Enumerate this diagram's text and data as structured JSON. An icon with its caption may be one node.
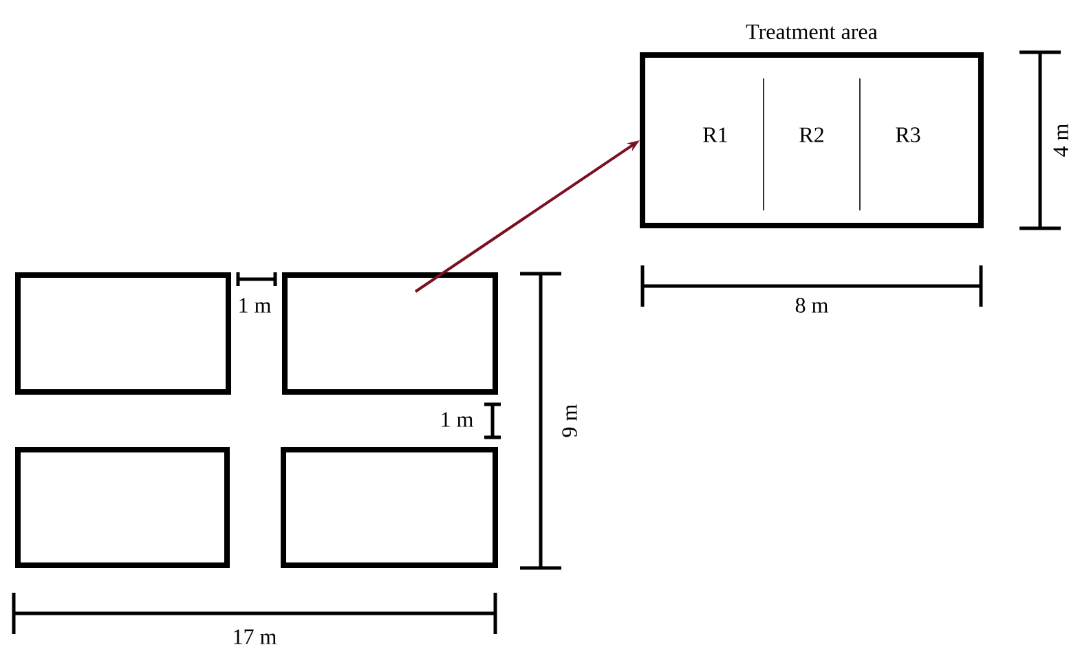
{
  "diagram": {
    "nodes": [
      {
        "text": [],
        "shape": "box"
      },
      {
        "text": [],
        "shape": "box"
      },
      {
        "text": [],
        "shape": "box"
      },
      {
        "text": [],
        "shape": "box"
      },
      {
        "text": [
          "Treatment area",
          "R1",
          "R2",
          "R3"
        ]
      }
    ],
    "edges": [
      {
        "from": 1,
        "to": 4,
        "arrow": "to",
        "color": "#7a1020"
      }
    ],
    "labels": [
      "1 m",
      "1 m",
      "9 m",
      "17 m",
      "4 m",
      "8 m"
    ]
  }
}
